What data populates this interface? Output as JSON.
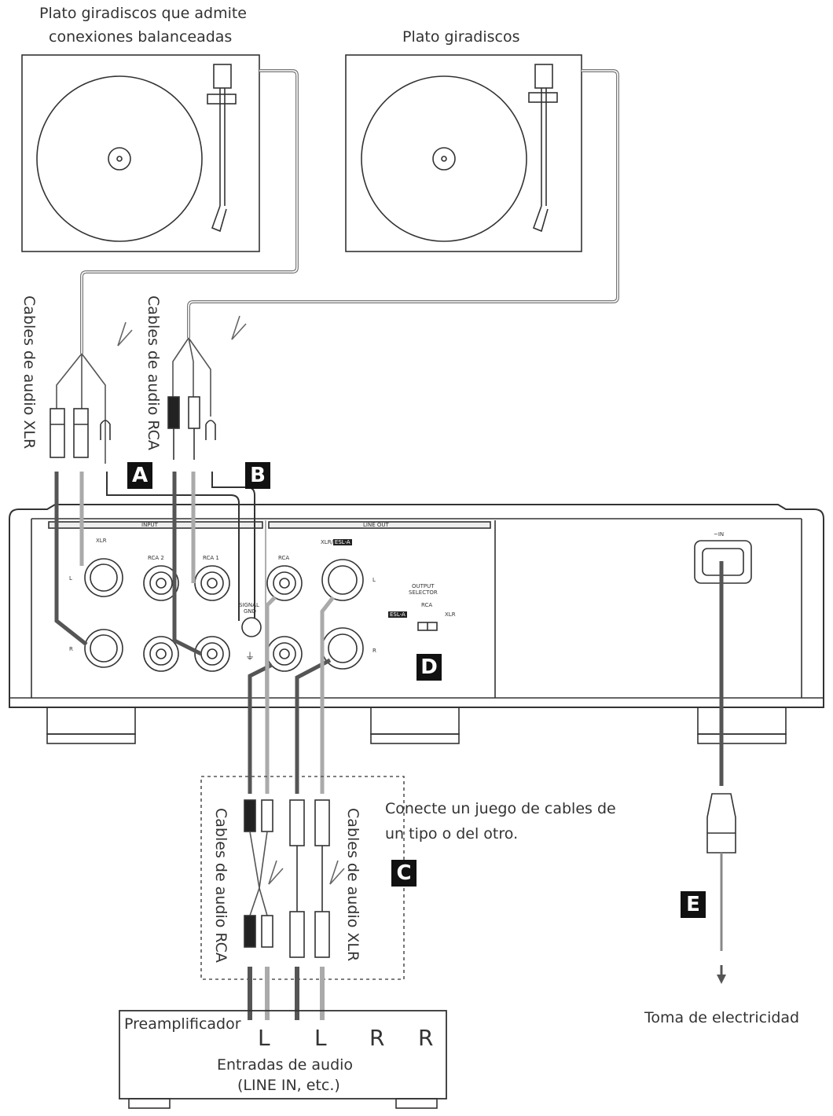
{
  "turntable_left_label": "Plato giradiscos que admite conexiones balanceadas",
  "turntable_left_label_line1": "Plato giradiscos que admite",
  "turntable_left_label_line2": "conexiones balanceadas",
  "turntable_right_label": "Plato giradiscos",
  "cable_xlr_top": "Cables de audio XLR",
  "cable_rca_top": "Cables de audio RCA",
  "badges": {
    "a": "A",
    "b": "B",
    "c": "C",
    "d": "D",
    "e": "E"
  },
  "panel": {
    "input": "INPUT",
    "line_out": "LINE OUT",
    "xlr": "XLR",
    "rca2": "RCA 2",
    "rca1": "RCA 1",
    "rca_out": "RCA",
    "xlr_esl": "XLR/",
    "esl_a": "ESL-A",
    "signal_gnd_1": "SIGNAL",
    "signal_gnd_2": "GND",
    "output_selector_1": "OUTPUT",
    "output_selector_2": "SELECTOR",
    "sel_rca": "RCA",
    "sel_xlr": "XLR",
    "sel_esl": "ESL-A",
    "ch_l": "L",
    "ch_r": "R",
    "ch_l2": "L",
    "ch_r2": "R",
    "ac_in": "~IN"
  },
  "note_line1": "Conecte un juego de cables de",
  "note_line2": "un tipo o del otro.",
  "cable_rca_bottom": "Cables de audio RCA",
  "cable_xlr_bottom": "Cables de audio XLR",
  "preamp": {
    "title": "Preamplificador",
    "l1": "L",
    "l2": "L",
    "r1": "R",
    "r2": "R",
    "inputs_line1": "Entradas de audio",
    "inputs_line2": "(LINE IN, etc.)"
  },
  "power_outlet": "Toma de electricidad"
}
